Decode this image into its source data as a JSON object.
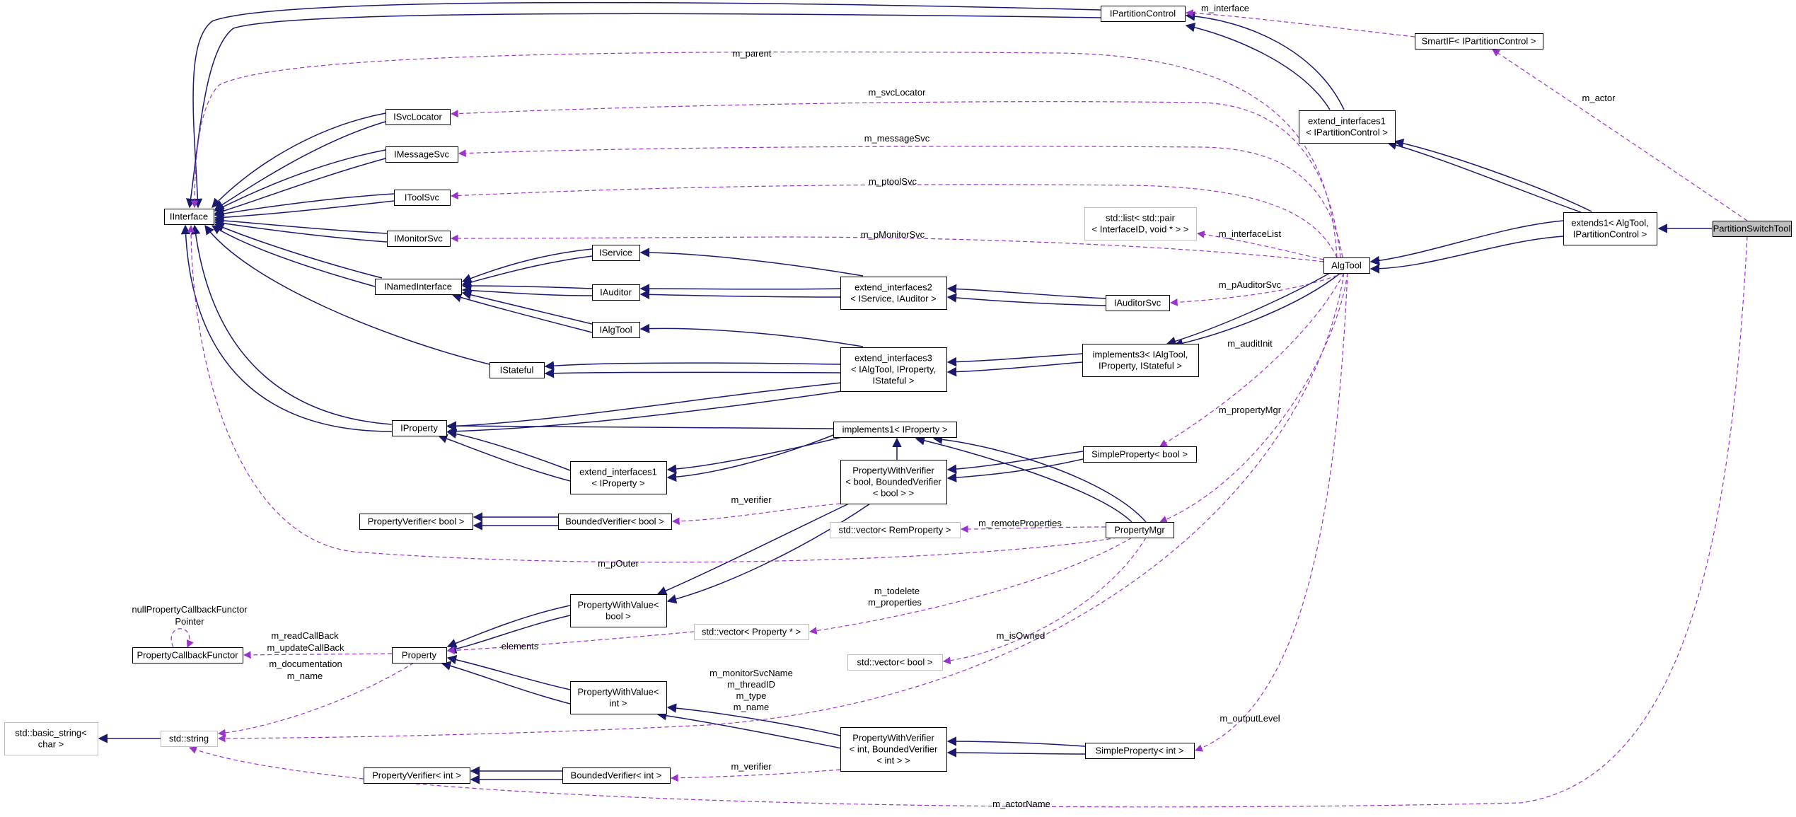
{
  "colors": {
    "inheritance": "#191970",
    "usage": "#9a32cd",
    "node_border": "#000000",
    "external_border": "#bfbfbf",
    "focus_fill": "#bfbfbf",
    "node_fill": "#ffffff"
  },
  "nodes": {
    "PartitionSwitchTool": {
      "lines": [
        "PartitionSwitchTool"
      ],
      "style": "focus"
    },
    "extends1": {
      "lines": [
        "extends1< AlgTool,",
        "IPartitionControl >"
      ],
      "style": "normal"
    },
    "IPartitionControl": {
      "lines": [
        "IPartitionControl"
      ],
      "style": "normal"
    },
    "SmartIF": {
      "lines": [
        "SmartIF< IPartitionControl >"
      ],
      "style": "normal"
    },
    "extIfPC": {
      "lines": [
        "extend_interfaces1",
        "< IPartitionControl >"
      ],
      "style": "normal"
    },
    "AlgTool": {
      "lines": [
        "AlgTool"
      ],
      "style": "normal"
    },
    "IInterface": {
      "lines": [
        "IInterface"
      ],
      "style": "normal"
    },
    "ISvcLocator": {
      "lines": [
        "ISvcLocator"
      ],
      "style": "normal"
    },
    "IMessageSvc": {
      "lines": [
        "IMessageSvc"
      ],
      "style": "normal"
    },
    "IToolSvc": {
      "lines": [
        "IToolSvc"
      ],
      "style": "normal"
    },
    "IMonitorSvc": {
      "lines": [
        "IMonitorSvc"
      ],
      "style": "normal"
    },
    "INamedInterface": {
      "lines": [
        "INamedInterface"
      ],
      "style": "normal"
    },
    "IService": {
      "lines": [
        "IService"
      ],
      "style": "normal"
    },
    "IAuditor": {
      "lines": [
        "IAuditor"
      ],
      "style": "normal"
    },
    "IAlgTool": {
      "lines": [
        "IAlgTool"
      ],
      "style": "normal"
    },
    "IStateful": {
      "lines": [
        "IStateful"
      ],
      "style": "normal"
    },
    "IProperty": {
      "lines": [
        "IProperty"
      ],
      "style": "normal"
    },
    "stdlist": {
      "lines": [
        "std::list< std::pair",
        "< InterfaceID, void * > >"
      ],
      "style": "external"
    },
    "extIf2": {
      "lines": [
        "extend_interfaces2",
        "< IService, IAuditor >"
      ],
      "style": "normal"
    },
    "IAuditorSvc": {
      "lines": [
        "IAuditorSvc"
      ],
      "style": "normal"
    },
    "extIf3": {
      "lines": [
        "extend_interfaces3",
        "< IAlgTool, IProperty,",
        "IStateful >"
      ],
      "style": "normal"
    },
    "impl3": {
      "lines": [
        "implements3< IAlgTool,",
        "IProperty, IStateful >"
      ],
      "style": "normal"
    },
    "impl1": {
      "lines": [
        "implements1< IProperty >"
      ],
      "style": "normal"
    },
    "extIfP": {
      "lines": [
        "extend_interfaces1",
        "< IProperty >"
      ],
      "style": "normal"
    },
    "SimplePropBool": {
      "lines": [
        "SimpleProperty< bool >"
      ],
      "style": "normal"
    },
    "PWVBool": {
      "lines": [
        "PropertyWithVerifier",
        "< bool, BoundedVerifier",
        "< bool > >"
      ],
      "style": "normal"
    },
    "PropVerBool": {
      "lines": [
        "PropertyVerifier< bool >"
      ],
      "style": "normal"
    },
    "BoundVerBool": {
      "lines": [
        "BoundedVerifier< bool >"
      ],
      "style": "normal"
    },
    "vecRem": {
      "lines": [
        "std::vector< RemProperty >"
      ],
      "style": "external"
    },
    "PropertyMgr": {
      "lines": [
        "PropertyMgr"
      ],
      "style": "normal"
    },
    "PWValBool": {
      "lines": [
        "PropertyWithValue<",
        "bool >"
      ],
      "style": "normal"
    },
    "vecProp": {
      "lines": [
        "std::vector< Property * >"
      ],
      "style": "external"
    },
    "PropCB": {
      "lines": [
        "PropertyCallbackFunctor"
      ],
      "style": "normal"
    },
    "Property": {
      "lines": [
        "Property"
      ],
      "style": "normal"
    },
    "vecBool": {
      "lines": [
        "std::vector< bool >"
      ],
      "style": "external"
    },
    "basicString": {
      "lines": [
        "std::basic_string<",
        "char >"
      ],
      "style": "external"
    },
    "stdString": {
      "lines": [
        "std::string"
      ],
      "style": "external"
    },
    "PWValInt": {
      "lines": [
        "PropertyWithValue<",
        "int >"
      ],
      "style": "normal"
    },
    "PWVInt": {
      "lines": [
        "PropertyWithVerifier",
        "< int, BoundedVerifier",
        "< int > >"
      ],
      "style": "normal"
    },
    "SimplePropInt": {
      "lines": [
        "SimpleProperty< int >"
      ],
      "style": "normal"
    },
    "PropVerInt": {
      "lines": [
        "PropertyVerifier< int >"
      ],
      "style": "normal"
    },
    "BoundVerInt": {
      "lines": [
        "BoundedVerifier< int >"
      ],
      "style": "normal"
    }
  },
  "edge_labels": {
    "m_interface": "m_interface",
    "m_actor": "m_actor",
    "m_parent": "m_parent",
    "m_svcLocator": "m_svcLocator",
    "m_messageSvc": "m_messageSvc",
    "m_ptoolSvc": "m_ptoolSvc",
    "m_pMonitorSvc": "m_pMonitorSvc",
    "m_interfaceList": "m_interfaceList",
    "m_pAuditorSvc": "m_pAuditorSvc",
    "m_auditInit": "m_auditInit",
    "m_propertyMgr": "m_propertyMgr",
    "m_verifier_bool": "m_verifier",
    "m_remoteProperties": "m_remoteProperties",
    "m_pOuter": "m_pOuter",
    "m_todelete": "m_todelete",
    "m_properties": "m_properties",
    "nullPropertyCallbackFunctor": "nullPropertyCallbackFunctor",
    "Pointer": "Pointer",
    "m_readCallBack": "m_readCallBack",
    "m_updateCallBack": "m_updateCallBack",
    "elements": "elements",
    "m_isOwned": "m_isOwned",
    "m_documentation": "m_documentation",
    "m_name": "m_name",
    "m_monitorSvcName": "m_monitorSvcName",
    "m_threadID": "m_threadID",
    "m_type": "m_type",
    "m_name2": "m_name",
    "m_outputLevel": "m_outputLevel",
    "m_verifier_int": "m_verifier",
    "m_actorName": "m_actorName"
  }
}
